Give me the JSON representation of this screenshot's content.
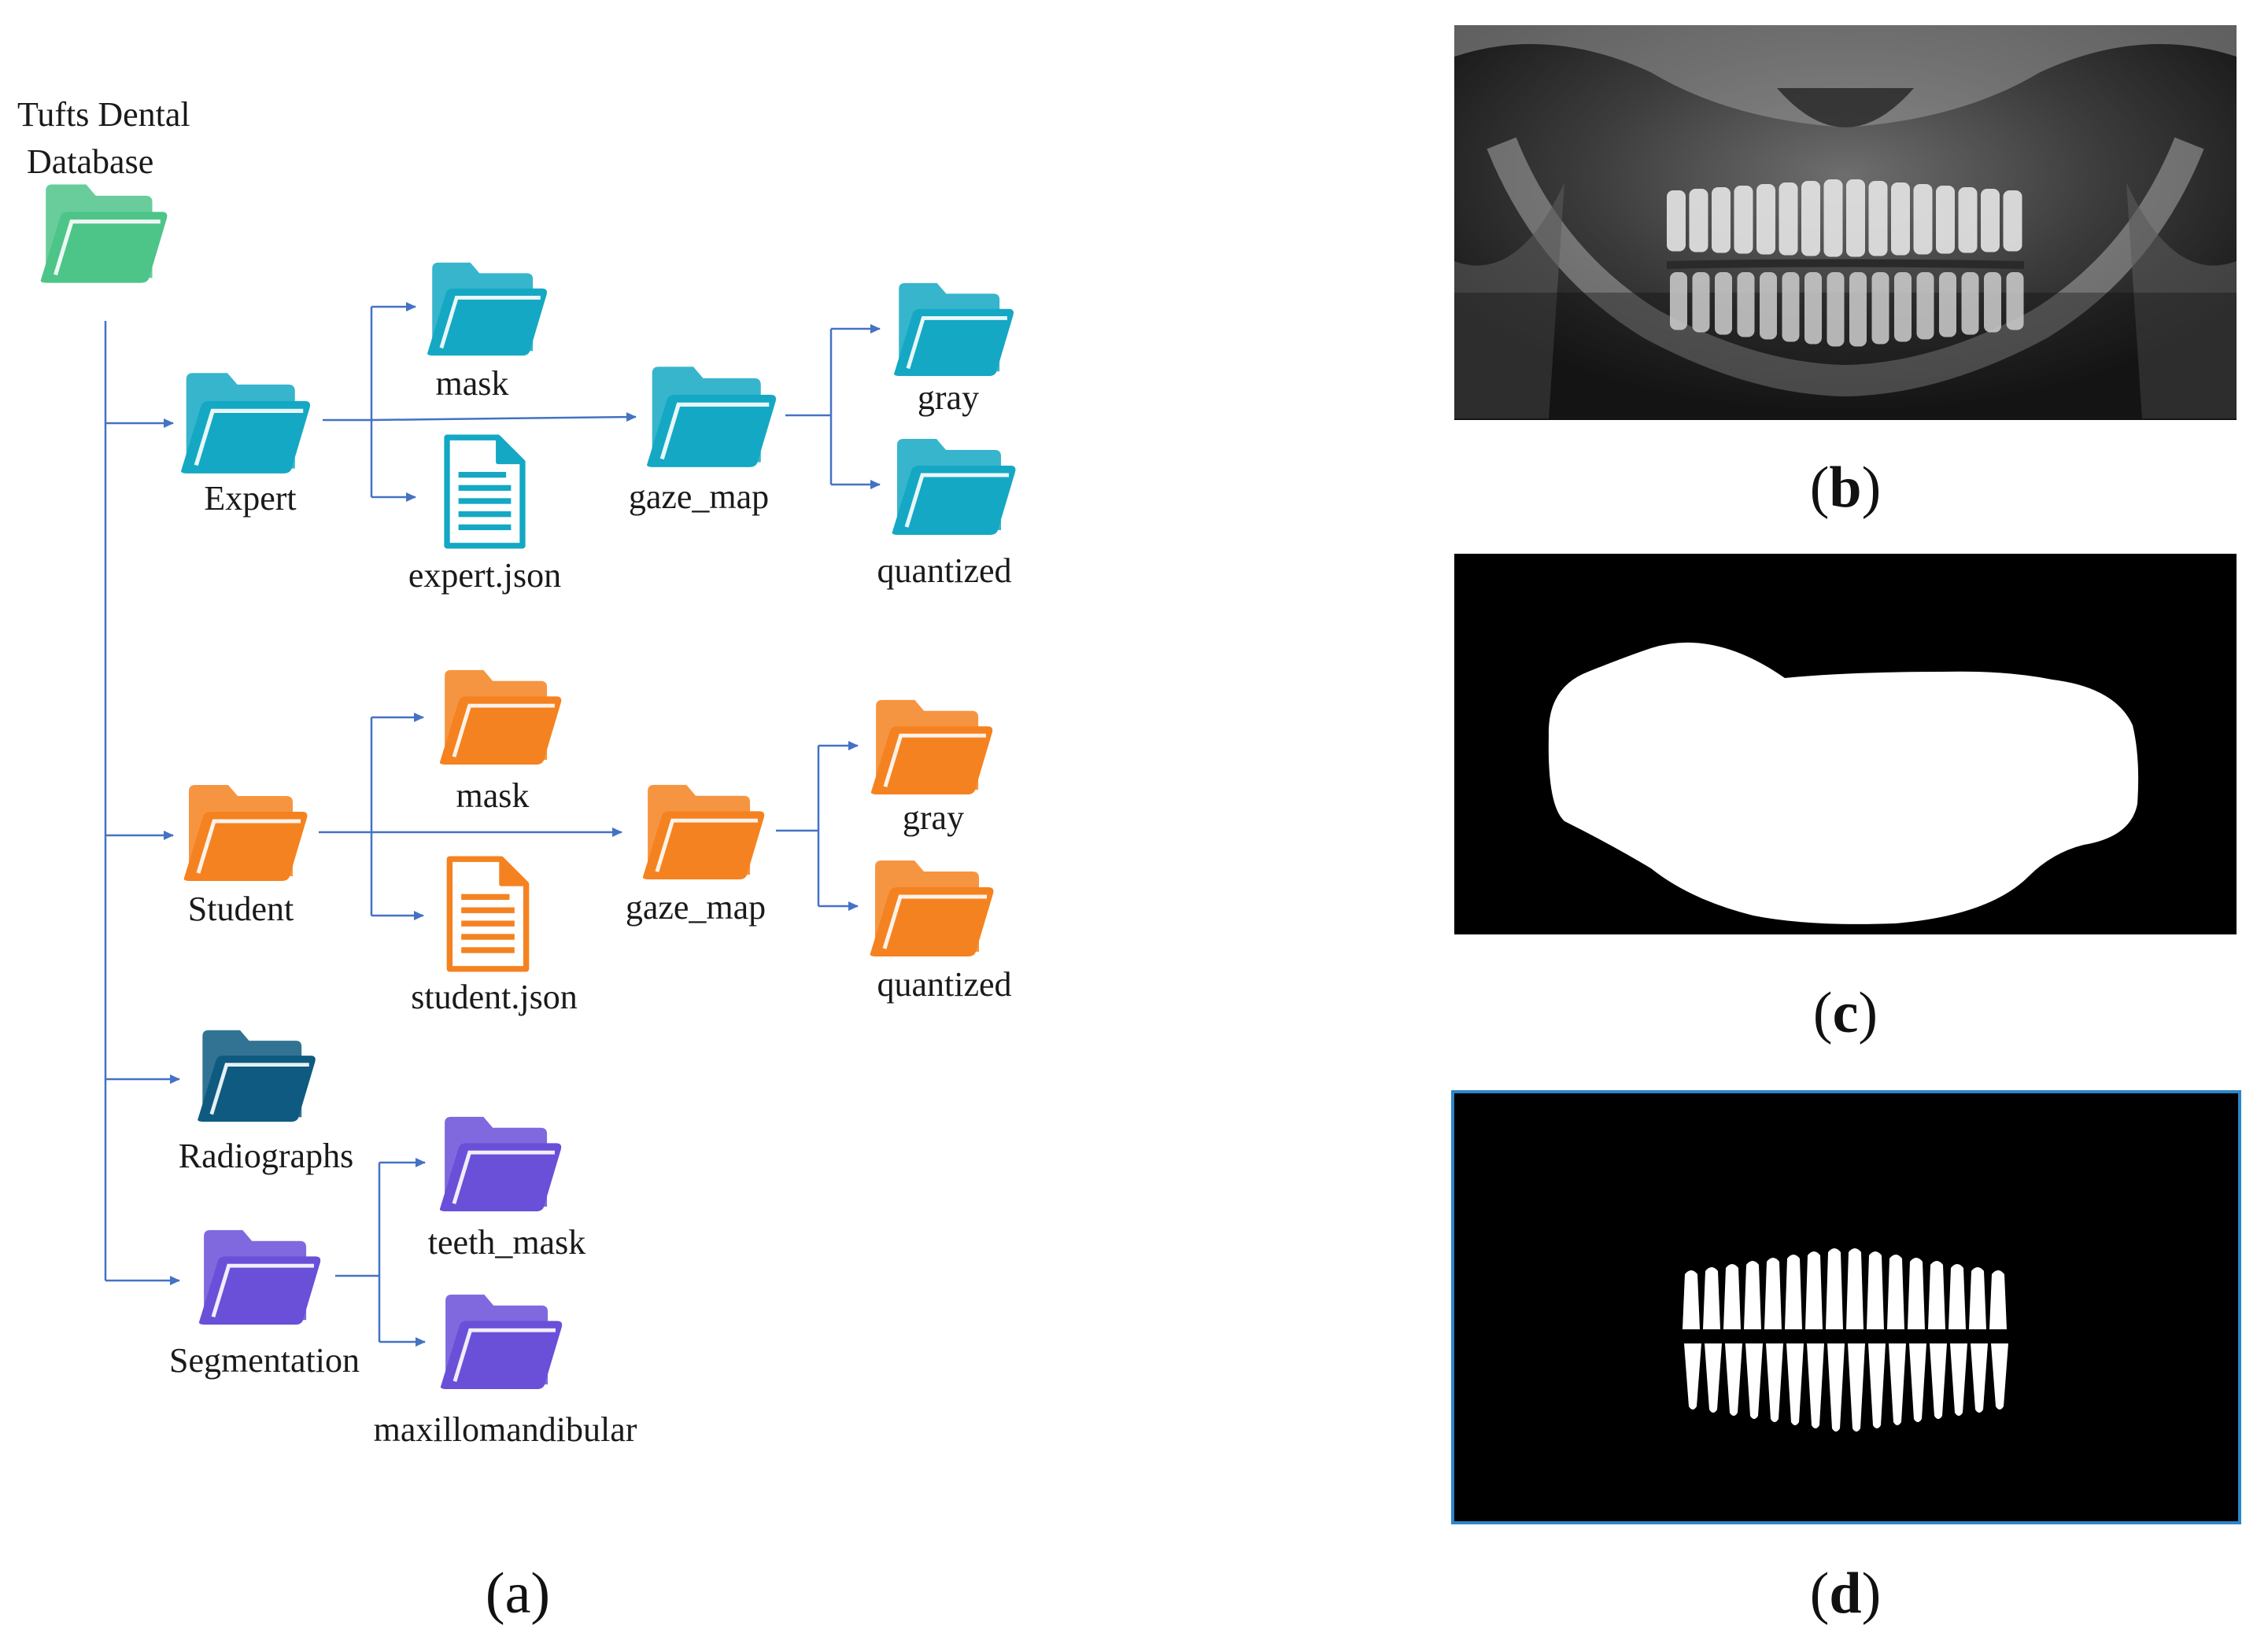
{
  "diagram": {
    "root": {
      "label": "Tufts Dental\nDatabase",
      "line1": "Tufts Dental",
      "line2": "Database"
    },
    "expert": {
      "label": "Expert",
      "mask": "mask",
      "json": "expert.json",
      "gaze_map": "gaze_map",
      "gray": "gray",
      "quantized": "quantized"
    },
    "student": {
      "label": "Student",
      "mask": "mask",
      "json": "student.json",
      "gaze_map": "gaze_map",
      "gray": "gray",
      "quantized": "quantized"
    },
    "radiographs": {
      "label": "Radiographs"
    },
    "segmentation": {
      "label": "Segmentation",
      "teeth_mask": "teeth_mask",
      "maxillomandibular": "maxillomandibular"
    }
  },
  "panels": {
    "a": {
      "open": "(",
      "letter": "a",
      "close": ")"
    },
    "b": {
      "open": "(",
      "letter": "b",
      "close": ")"
    },
    "c": {
      "open": "(",
      "letter": "c",
      "close": ")"
    },
    "d": {
      "open": "(",
      "letter": "d",
      "close": ")"
    }
  },
  "colors": {
    "root_folder": "#4DC488",
    "expert_folder": "#14A8C4",
    "student_folder": "#F58220",
    "radiographs_folder": "#0E5A80",
    "segmentation_folder": "#6A4FD8",
    "connector": "#4472C4",
    "panel_d_border": "#2E86C8"
  },
  "icons": {
    "folder": "folder-icon",
    "file": "document-icon"
  }
}
